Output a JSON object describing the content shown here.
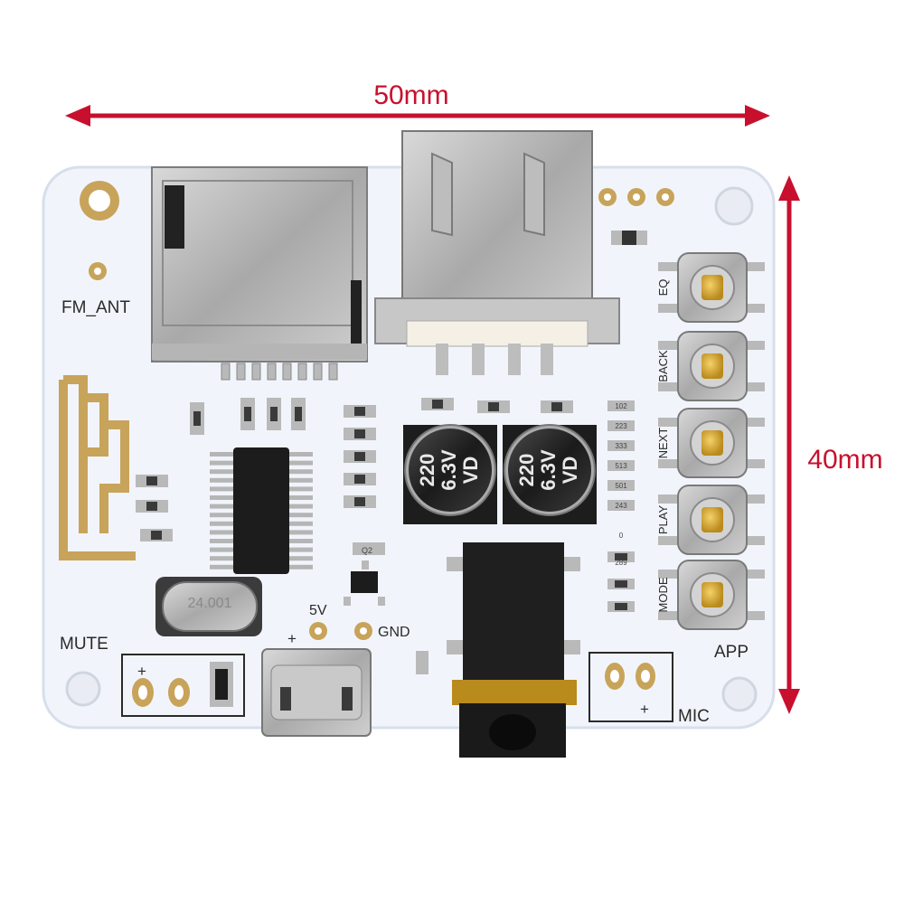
{
  "dimensions": {
    "width_label": "50mm",
    "height_label": "40mm"
  },
  "silkscreen": {
    "fm_ant": "FM_ANT",
    "mute": "MUTE",
    "five_v": "5V",
    "gnd": "GND",
    "app": "APP",
    "mic": "MIC",
    "plus_left": "+",
    "plus_power": "+",
    "plus_mic": "+"
  },
  "buttons": [
    {
      "label": "EQ"
    },
    {
      "label": "BACK"
    },
    {
      "label": "NEXT"
    },
    {
      "label": "PLAY"
    },
    {
      "label": "MODE"
    }
  ],
  "capacitors": [
    {
      "value": "220",
      "voltage": "6.3V",
      "series": "VD"
    },
    {
      "value": "220",
      "voltage": "6.3V",
      "series": "VD"
    }
  ],
  "crystal": {
    "marking": "24.001"
  },
  "smd_labels": {
    "q2": "Q2",
    "r_stack": [
      "102",
      "223",
      "333",
      "513",
      "501",
      "243"
    ],
    "r_low": [
      "289",
      "0"
    ]
  },
  "colors": {
    "board": "#f1f5fb",
    "gold": "#c8a35a",
    "dimension_red": "#c8102e",
    "silk": "#2a2a2a"
  }
}
